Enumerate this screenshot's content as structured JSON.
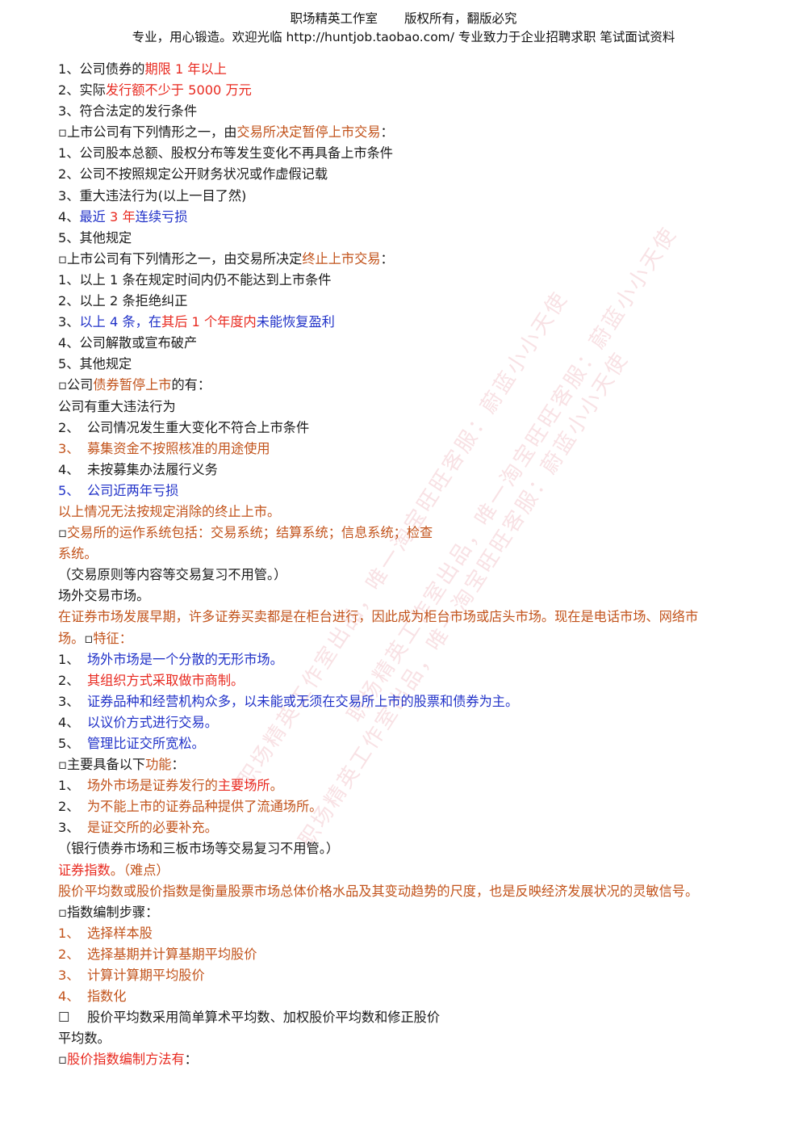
{
  "header": {
    "studio": "职场精英工作室",
    "rights": "版权所有，翻版必究",
    "tagline": "专业，用心锻造。欢迎光临 http://huntjob.taobao.com/   专业致力于企业招聘求职 笔试面试资料"
  },
  "watermark": {
    "line1": "职场精英工作室出品，唯一淘宝旺旺客服：蔚蓝小小天使",
    "line2": "职场精英工作室出品，唯一淘宝旺旺客服：蔚蓝小小天使",
    "line3": "职场精英工作室出品，唯一淘宝旺旺客服：蔚蓝小小天使"
  },
  "lines": [
    [
      {
        "t": "1、公司债券的",
        "c": "k"
      },
      {
        "t": "期限 1 年以上",
        "c": "r"
      }
    ],
    [
      {
        "t": "2、实际",
        "c": "k"
      },
      {
        "t": "发行额不少于 5000 万元",
        "c": "r"
      }
    ],
    [
      {
        "t": "3、符合法定的发行条件",
        "c": "k"
      }
    ],
    [
      {
        "t": "▫上市公司有下列情形之一，由",
        "c": "k"
      },
      {
        "t": "交易所决定暂停上市交易",
        "c": "o"
      },
      {
        "t": "：",
        "c": "k"
      }
    ],
    [
      {
        "t": "1、公司股本总额、股权分布等发生变化不再具备上市条件",
        "c": "k"
      }
    ],
    [
      {
        "t": "2、公司不按照规定公开财务状况或作虚假记载",
        "c": "k"
      }
    ],
    [
      {
        "t": "3、重大违法行为(以上一目了然)",
        "c": "k"
      }
    ],
    [
      {
        "t": "4、",
        "c": "k"
      },
      {
        "t": "最近 ",
        "c": "b"
      },
      {
        "t": "3 年",
        "c": "r"
      },
      {
        "t": "连续亏损",
        "c": "b"
      }
    ],
    [
      {
        "t": "5、其他规定",
        "c": "k"
      }
    ],
    [
      {
        "t": "▫上市公司有下列情形之一，由交易所决定",
        "c": "k"
      },
      {
        "t": "终止上市交易",
        "c": "o"
      },
      {
        "t": "：",
        "c": "k"
      }
    ],
    [
      {
        "t": "1、以上 1 条在规定时间内仍不能达到上市条件",
        "c": "k"
      }
    ],
    [
      {
        "t": "2、以上 2 条拒绝纠正",
        "c": "k"
      }
    ],
    [
      {
        "t": "3、",
        "c": "k"
      },
      {
        "t": "以上 4 条，在",
        "c": "b"
      },
      {
        "t": "其后 1 个年度内",
        "c": "r"
      },
      {
        "t": "未能恢复盈利",
        "c": "b"
      }
    ],
    [
      {
        "t": "4、公司解散或宣布破产",
        "c": "k"
      }
    ],
    [
      {
        "t": "5、其他规定",
        "c": "k"
      }
    ],
    [
      {
        "t": "▫公司",
        "c": "k"
      },
      {
        "t": "债券暂停上市",
        "c": "o"
      },
      {
        "t": "的有：",
        "c": "k"
      }
    ],
    [
      {
        "t": "公司有重大违法行为",
        "c": "k"
      }
    ],
    [
      {
        "t": "2、",
        "c": "k",
        "ind": true
      },
      {
        "t": "公司情况发生重大变化不符合上市条件",
        "c": "k"
      }
    ],
    [
      {
        "t": "3、",
        "c": "o",
        "ind": true
      },
      {
        "t": "募集资金不按照核准的用途使用",
        "c": "o"
      }
    ],
    [
      {
        "t": "4、",
        "c": "k",
        "ind": true
      },
      {
        "t": "未按募集办法履行义务",
        "c": "k"
      }
    ],
    [
      {
        "t": "5、",
        "c": "b",
        "ind": true
      },
      {
        "t": "公司近两年亏损",
        "c": "b"
      }
    ],
    [
      {
        "t": "以上情况无法按规定消除的终止上市。",
        "c": "o"
      }
    ],
    [
      {
        "t": "▫",
        "c": "k"
      },
      {
        "t": "交易所的运作系统包括：交易系统；结算系统；信息系统；检查",
        "c": "o"
      }
    ],
    [
      {
        "t": "系统。",
        "c": "o"
      }
    ],
    [
      {
        "t": "（交易原则等内容等交易复习不用管。）",
        "c": "k"
      }
    ],
    [
      {
        "t": "场外交易市场。",
        "c": "k"
      }
    ],
    [
      {
        "t": "在证券市场发展早期，许多证券买卖都是在柜台进行，因此成为柜台市场或店头市场。现在是电话市场、网络市",
        "c": "o"
      }
    ],
    [
      {
        "t": "场。",
        "c": "o"
      },
      {
        "t": "▫",
        "c": "k"
      },
      {
        "t": "特征：",
        "c": "o"
      }
    ],
    [
      {
        "t": "1、",
        "c": "k",
        "ind": true
      },
      {
        "t": "场外市场是一个分散的无形市场。",
        "c": "b"
      }
    ],
    [
      {
        "t": "2、",
        "c": "k",
        "ind": true
      },
      {
        "t": "其组织方式采取做市商制。",
        "c": "r"
      }
    ],
    [
      {
        "t": "3、",
        "c": "k",
        "ind": true
      },
      {
        "t": "证券品种和经营机构众多，以未能或无须在交易所上市的股票和债券为主。",
        "c": "b"
      }
    ],
    [
      {
        "t": "4、",
        "c": "k",
        "ind": true
      },
      {
        "t": "以议价方式进行交易。",
        "c": "b"
      }
    ],
    [
      {
        "t": "5、",
        "c": "k",
        "ind": true
      },
      {
        "t": "管理比证交所宽松。",
        "c": "b"
      }
    ],
    [
      {
        "t": "▫主要具备以下",
        "c": "k"
      },
      {
        "t": "功能",
        "c": "o"
      },
      {
        "t": "：",
        "c": "k"
      }
    ],
    [
      {
        "t": "1、",
        "c": "k",
        "ind": true
      },
      {
        "t": "场外市场是证券发行的",
        "c": "o"
      },
      {
        "t": "主要场所",
        "c": "r"
      },
      {
        "t": "。",
        "c": "o"
      }
    ],
    [
      {
        "t": "2、",
        "c": "k",
        "ind": true
      },
      {
        "t": "为不能上市的证券品种提供了流通场所。",
        "c": "o"
      }
    ],
    [
      {
        "t": "3、",
        "c": "k",
        "ind": true
      },
      {
        "t": "是证交所的必要补充。",
        "c": "o"
      }
    ],
    [
      {
        "t": "（银行债券市场和三板市场等交易复习不用管。）",
        "c": "k"
      }
    ],
    [
      {
        "t": "证券指数",
        "c": "r"
      },
      {
        "t": "。（难点）",
        "c": "o"
      }
    ],
    [
      {
        "t": "股价平均数或股价指数是衡量股票市场总体价格水品及其变动趋势的尺度，也是反映经济发展状况的灵敏信号。",
        "c": "o"
      }
    ],
    [
      {
        "t": "▫指数编制步骤：",
        "c": "k"
      }
    ],
    [
      {
        "t": "1、",
        "c": "o",
        "ind": true
      },
      {
        "t": "选择样本股",
        "c": "o"
      }
    ],
    [
      {
        "t": "2、",
        "c": "o",
        "ind": true
      },
      {
        "t": "选择基期并计算基期平均股价",
        "c": "o"
      }
    ],
    [
      {
        "t": "3、",
        "c": "o",
        "ind": true
      },
      {
        "t": "计算计算期平均股价",
        "c": "o"
      }
    ],
    [
      {
        "t": "4、",
        "c": "o",
        "ind": true
      },
      {
        "t": "指数化",
        "c": "o"
      }
    ],
    [
      {
        "t": "☐",
        "c": "k",
        "ind": true
      },
      {
        "t": "股价平均数采用简单算术平均数、加权股价平均数和修正股价",
        "c": "k"
      }
    ],
    [
      {
        "t": "平均数。",
        "c": "k"
      }
    ],
    [
      {
        "t": "▫",
        "c": "k"
      },
      {
        "t": "股价指数编制方法有",
        "c": "r"
      },
      {
        "t": "：",
        "c": "k"
      }
    ]
  ]
}
